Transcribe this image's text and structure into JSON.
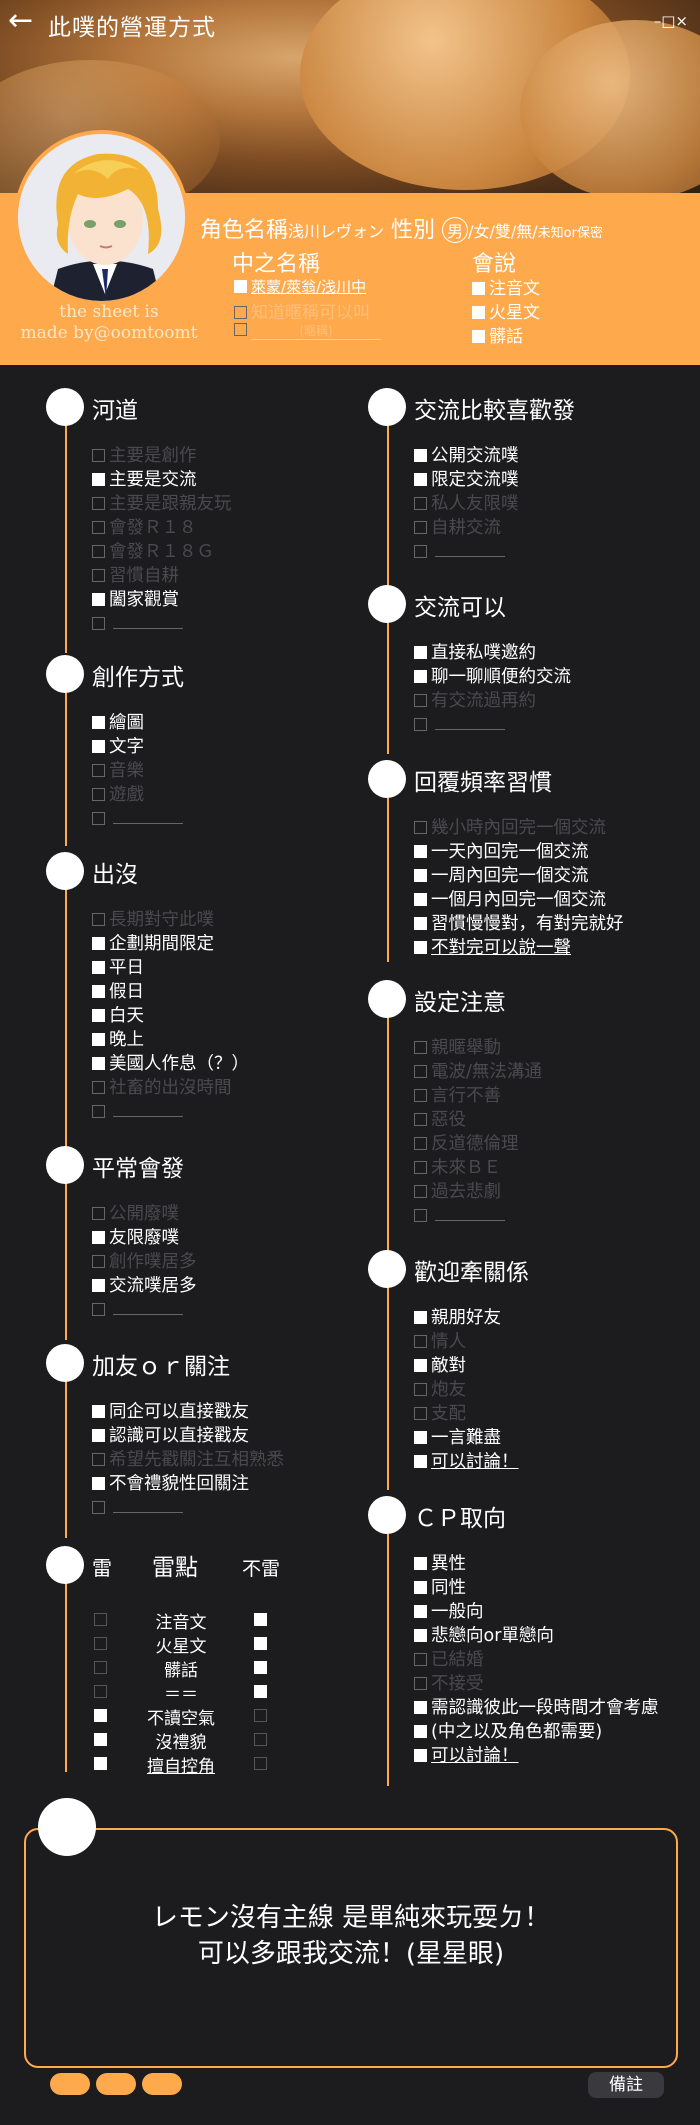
{
  "header": {
    "back_icon": "←",
    "title": "此噗的營運方式",
    "window_controls": "–□×"
  },
  "profile": {
    "name_line": {
      "label": "角色名稱",
      "name": "浅川レヴォン",
      "gender_label": "性別",
      "gender_selected": "男",
      "gender_rest": "/女/雙/無/",
      "gender_tail": "未知or保密"
    },
    "chinese_name": {
      "title": "中之名稱",
      "opt1": "萊蒙/萊翁/浅川中",
      "opt2": "知道暱稱可以叫",
      "opt3": "(暱稱)"
    },
    "speech": {
      "title": "會說",
      "items": [
        "注音文",
        "火星文",
        "髒話"
      ]
    },
    "sheet_credit": [
      "the sheet is",
      "made by@oomtoomt"
    ]
  },
  "left": [
    {
      "title": "河道",
      "items": [
        {
          "t": "主要是創作",
          "on": false
        },
        {
          "t": "主要是交流",
          "on": true
        },
        {
          "t": "主要是跟親友玩",
          "on": false
        },
        {
          "t": "會發Ｒ１８",
          "on": false
        },
        {
          "t": "會發Ｒ１８Ｇ",
          "on": false
        },
        {
          "t": "習慣自耕",
          "on": false
        },
        {
          "t": "闔家觀賞",
          "on": true
        },
        {
          "t": "",
          "on": false
        }
      ]
    },
    {
      "title": "創作方式",
      "items": [
        {
          "t": "繪圖",
          "on": true
        },
        {
          "t": "文字",
          "on": true
        },
        {
          "t": "音樂",
          "on": false
        },
        {
          "t": "遊戲",
          "on": false
        },
        {
          "t": "",
          "on": false
        }
      ]
    },
    {
      "title": "出沒",
      "items": [
        {
          "t": "長期對守此噗",
          "on": false
        },
        {
          "t": "企劃期間限定",
          "on": true
        },
        {
          "t": "平日",
          "on": true
        },
        {
          "t": "假日",
          "on": true
        },
        {
          "t": "白天",
          "on": true
        },
        {
          "t": "晚上",
          "on": true
        },
        {
          "t": "美國人作息（？）",
          "on": true
        },
        {
          "t": "社畜的出沒時間",
          "on": false
        },
        {
          "t": "",
          "on": false
        }
      ]
    },
    {
      "title": "平常會發",
      "items": [
        {
          "t": "公開廢噗",
          "on": false
        },
        {
          "t": "友限廢噗",
          "on": true
        },
        {
          "t": "創作噗居多",
          "on": false
        },
        {
          "t": "交流噗居多",
          "on": true
        },
        {
          "t": "",
          "on": false
        }
      ]
    },
    {
      "title": "加友ｏｒ關注",
      "items": [
        {
          "t": "同企可以直接戳友",
          "on": true
        },
        {
          "t": "認識可以直接戳友",
          "on": true
        },
        {
          "t": "希望先戳關注互相熟悉",
          "on": false
        },
        {
          "t": "不會禮貌性回關注",
          "on": true
        },
        {
          "t": "",
          "on": false
        }
      ]
    }
  ],
  "mines": {
    "left_label": "雷",
    "title": "雷點",
    "right_label": "不雷",
    "rows": [
      {
        "t": "注音文",
        "l": false,
        "r": true
      },
      {
        "t": "火星文",
        "l": false,
        "r": true
      },
      {
        "t": "髒話",
        "l": false,
        "r": true
      },
      {
        "t": "＝＝",
        "l": false,
        "r": true
      },
      {
        "t": "不讀空氣",
        "l": true,
        "r": false
      },
      {
        "t": "沒禮貌",
        "l": true,
        "r": false
      },
      {
        "t": "擅自控角",
        "l": true,
        "r": false
      }
    ]
  },
  "right": [
    {
      "title": "交流比較喜歡發",
      "items": [
        {
          "t": "公開交流噗",
          "on": true
        },
        {
          "t": "限定交流噗",
          "on": true
        },
        {
          "t": "私人友限噗",
          "on": false
        },
        {
          "t": "自耕交流",
          "on": false
        },
        {
          "t": "",
          "on": false
        }
      ]
    },
    {
      "title": "交流可以",
      "items": [
        {
          "t": "直接私噗邀約",
          "on": true
        },
        {
          "t": "聊一聊順便約交流",
          "on": true
        },
        {
          "t": "有交流過再約",
          "on": false
        },
        {
          "t": "",
          "on": false
        }
      ]
    },
    {
      "title": "回覆頻率習慣",
      "items": [
        {
          "t": "幾小時內回完一個交流",
          "on": false
        },
        {
          "t": "一天內回完一個交流",
          "on": true
        },
        {
          "t": "一周內回完一個交流",
          "on": true
        },
        {
          "t": "一個月內回完一個交流",
          "on": true
        },
        {
          "t": "習慣慢慢對，有對完就好",
          "on": true
        },
        {
          "t": "不對完可以說一聲",
          "on": true
        }
      ]
    },
    {
      "title": "設定注意",
      "items": [
        {
          "t": "親暱舉動",
          "on": false
        },
        {
          "t": "電波/無法溝通",
          "on": false
        },
        {
          "t": "言行不善",
          "on": false
        },
        {
          "t": "惡役",
          "on": false
        },
        {
          "t": "反道德倫理",
          "on": false
        },
        {
          "t": "未來ＢＥ",
          "on": false
        },
        {
          "t": "過去悲劇",
          "on": false
        },
        {
          "t": "",
          "on": false
        }
      ]
    },
    {
      "title": "歡迎牽關係",
      "items": [
        {
          "t": "親朋好友",
          "on": true
        },
        {
          "t": "情人",
          "on": false
        },
        {
          "t": "敵對",
          "on": true
        },
        {
          "t": "炮友",
          "on": false
        },
        {
          "t": "支配",
          "on": false
        },
        {
          "t": "一言難盡",
          "on": true
        },
        {
          "t": "可以討論！",
          "on": true
        }
      ]
    },
    {
      "title": "ＣＰ取向",
      "items": [
        {
          "t": "異性",
          "on": true
        },
        {
          "t": "同性",
          "on": true
        },
        {
          "t": "一般向",
          "on": true
        },
        {
          "t": "悲戀向or單戀向",
          "on": true
        },
        {
          "t": "已結婚",
          "on": false
        },
        {
          "t": "不接受",
          "on": false
        },
        {
          "t": "需認識彼此一段時間才會考慮",
          "on": true
        },
        {
          "t": "(中之以及角色都需要)",
          "on": true
        },
        {
          "t": "可以討論！",
          "on": true
        }
      ]
    }
  ],
  "note": {
    "line1": "レモン沒有主線 是單純來玩耍ㄉ！",
    "line2": "可以多跟我交流！(星星眼)"
  },
  "footer": {
    "remark_label": "備註"
  }
}
